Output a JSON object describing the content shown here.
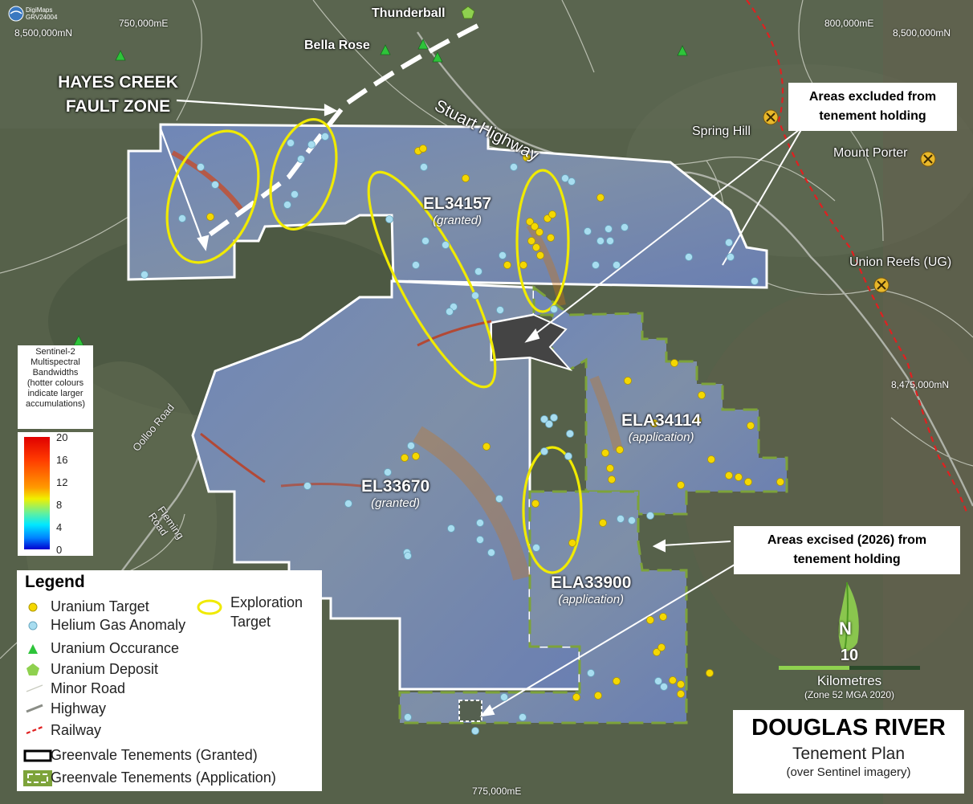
{
  "logo": {
    "line1": "DigiMaps",
    "line2": "GRV24004"
  },
  "coords": {
    "mn_top_left": "8,500,000mN",
    "mn_top_right": "8,500,000mN",
    "mn_mid_right": "8,475,000mN",
    "me_top_left": "750,000mE",
    "me_top_right": "800,000mE",
    "me_bottom": "775,000mE"
  },
  "places": {
    "thunderball": "Thunderball",
    "bella_rose": "Bella Rose",
    "spring_hill": "Spring Hill",
    "mount_porter": "Mount Porter",
    "union_reefs": "Union Reefs (UG)"
  },
  "roads": {
    "stuart": "Stuart Highway",
    "oolloo": "Oolloo Road",
    "fleming": "Fleming Road"
  },
  "fault": {
    "line1": "HAYES CREEK",
    "line2": "FAULT ZONE"
  },
  "tenements": [
    {
      "id": "EL34157",
      "status": "(granted)"
    },
    {
      "id": "ELA34114",
      "status": "(application)"
    },
    {
      "id": "EL33670",
      "status": "(granted)"
    },
    {
      "id": "ELA33900",
      "status": "(application)"
    }
  ],
  "callouts": {
    "excluded": {
      "line1": "Areas excluded from",
      "line2": "tenement holding"
    },
    "excised": {
      "line1": "Areas excised (2026) from",
      "line2": "tenement holding"
    }
  },
  "sentinel": {
    "lines": [
      "Sentinel-2",
      "Multispectral",
      "Bandwidths",
      "(hotter colours",
      "indicate larger",
      "accumulations)"
    ],
    "ticks": [
      "20",
      "16",
      "12",
      "8",
      "4",
      "0"
    ]
  },
  "legend": {
    "title": "Legend",
    "items": {
      "uranium_target": "Uranium Target",
      "helium": "Helium Gas Anomaly",
      "occurrence": "Uranium Occurance",
      "deposit": "Uranium Deposit",
      "minor_road": "Minor Road",
      "highway": "Highway",
      "railway": "Railway",
      "granted": "Greenvale Tenements (Granted)",
      "application": "Greenvale Tenements (Application)",
      "exploration_1": "Exploration",
      "exploration_2": "Target"
    }
  },
  "scale": {
    "value": "10",
    "unit": "Kilometres",
    "datum": "(Zone 52 MGA 2020)"
  },
  "title_box": {
    "title": "DOUGLAS RIVER",
    "subtitle": "Tenement Plan",
    "note": "(over Sentinel imagery)"
  },
  "colors": {
    "uranium_target": "#f5d800",
    "helium": "#a8ddf0",
    "occurrence": "#2ec43a",
    "deposit": "#8fd14f",
    "ellipse": "#f0ea00",
    "railway": "#e02020",
    "application_border": "#7da33a"
  }
}
